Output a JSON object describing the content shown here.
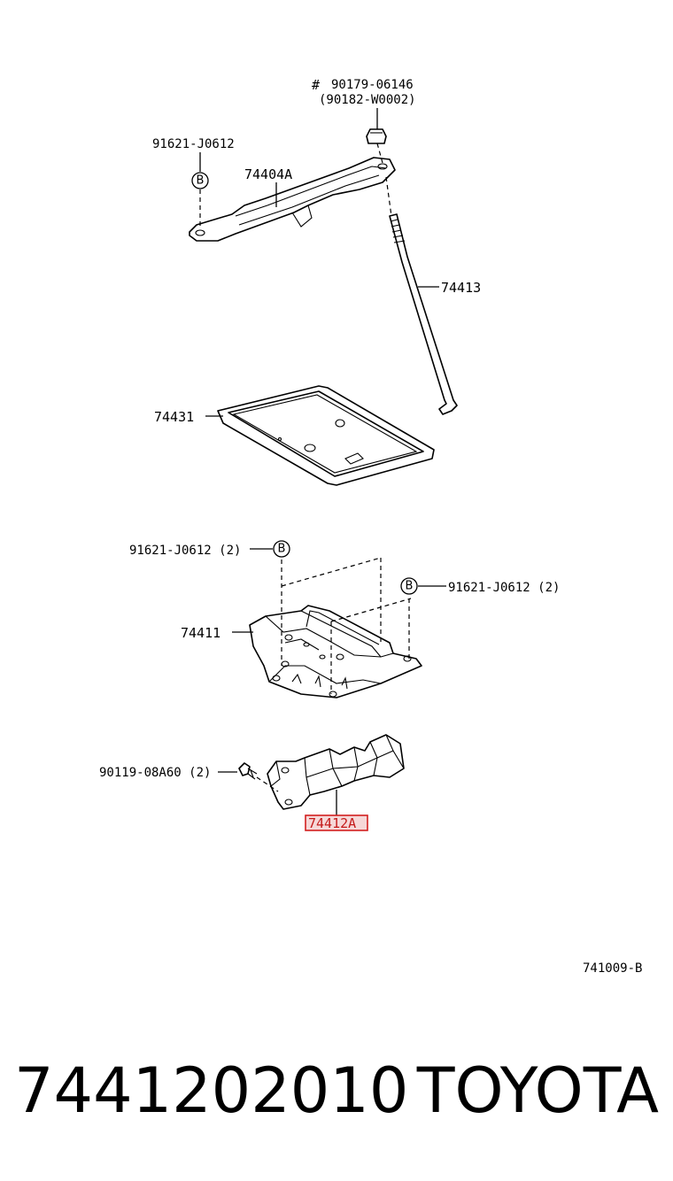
{
  "diagram": {
    "labels": {
      "bolt_top": "90179-06146",
      "bolt_top_hash": "#",
      "bolt_top_alt": "(90182-W0002)",
      "bolt_left": "91621-J0612",
      "clamp": "74404A",
      "rod": "74413",
      "tray": "74431",
      "carrier_bolt_left": "91621-J0612 (2)",
      "carrier_bolt_right": "91621-J0612 (2)",
      "carrier": "74411",
      "support_bolt": "90119-08A60 (2)",
      "support": "74412A",
      "ref_code": "741009-B"
    },
    "circle_markers": [
      "B",
      "B",
      "B"
    ]
  },
  "footer": {
    "part_number": "7441202010",
    "brand": "TOYOTA"
  },
  "colors": {
    "highlight": "#d21f1f"
  }
}
